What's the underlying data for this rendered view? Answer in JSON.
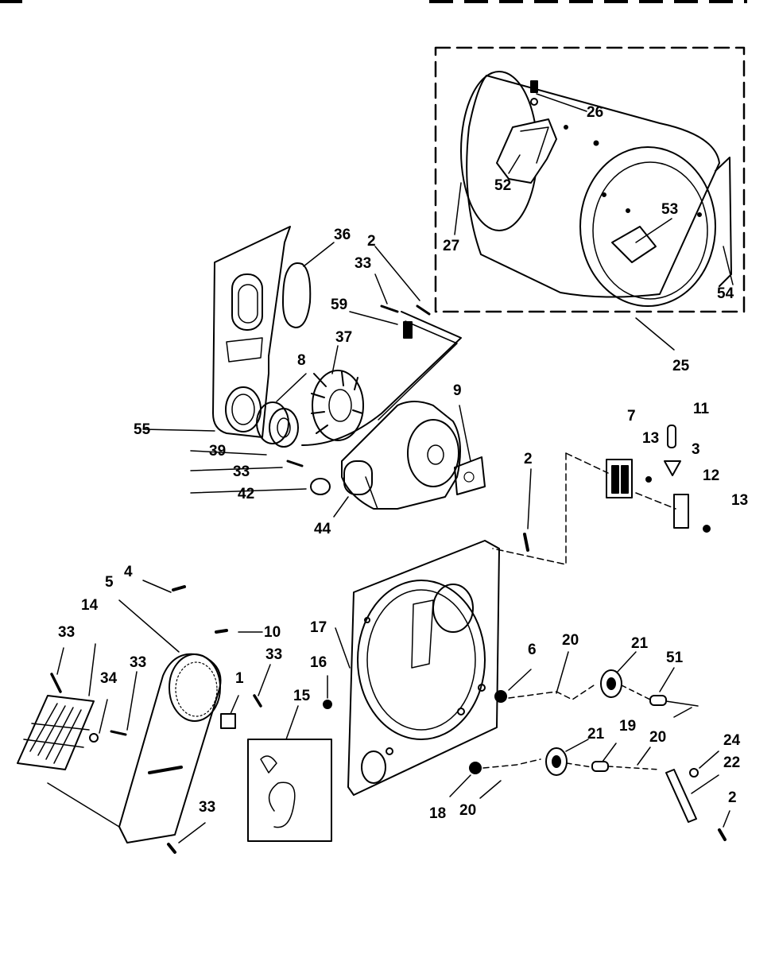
{
  "labels": {
    "p26": "26",
    "p52": "52",
    "p27": "27",
    "p53": "53",
    "p54": "54",
    "p25": "25",
    "p36": "36",
    "p2a": "2",
    "p33a": "33",
    "p59": "59",
    "p37": "37",
    "p8": "8",
    "p9": "9",
    "p55": "55",
    "p39": "39",
    "p33b": "33",
    "p42": "42",
    "p44": "44",
    "p7": "7",
    "p11": "11",
    "p13a": "13",
    "p3": "3",
    "p12": "12",
    "p13b": "13",
    "p2b": "2",
    "p4": "4",
    "p5": "5",
    "p10": "10",
    "p14": "14",
    "p33c": "33",
    "p34": "34",
    "p33d": "33",
    "p1": "1",
    "p33e": "33",
    "p15": "15",
    "p17": "17",
    "p16": "16",
    "p6": "6",
    "p20a": "20",
    "p21a": "21",
    "p51": "51",
    "p21b": "21",
    "p19": "19",
    "p20b": "20",
    "p24": "24",
    "p22": "22",
    "p2c": "2",
    "p18": "18",
    "p20c": "20",
    "p33f": "33"
  }
}
